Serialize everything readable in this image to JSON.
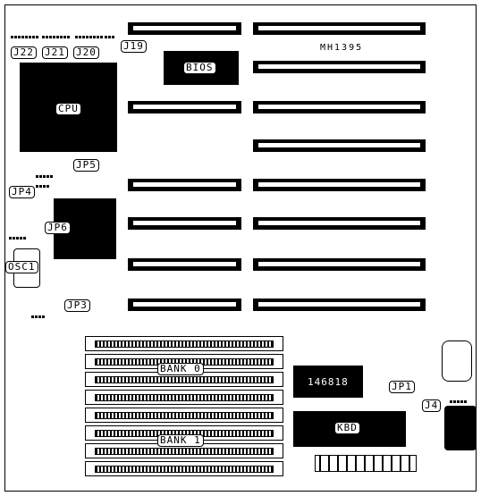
{
  "board": {
    "model": "MH1395",
    "chips": {
      "bios": "BIOS",
      "cpu": "CPU",
      "rtc": "146818",
      "kbd": "KBD"
    },
    "memory": {
      "bank0": "BANK 0",
      "bank1": "BANK 1"
    },
    "jumpers": {
      "j22": "J22",
      "j21": "J21",
      "j20": "J20",
      "j19": "J19",
      "jp5": "JP5",
      "jp4": "JP4",
      "jp6": "JP6",
      "osc1": "OSC1",
      "jp3": "JP3",
      "jp1": "JP1",
      "j4": "J4"
    }
  }
}
